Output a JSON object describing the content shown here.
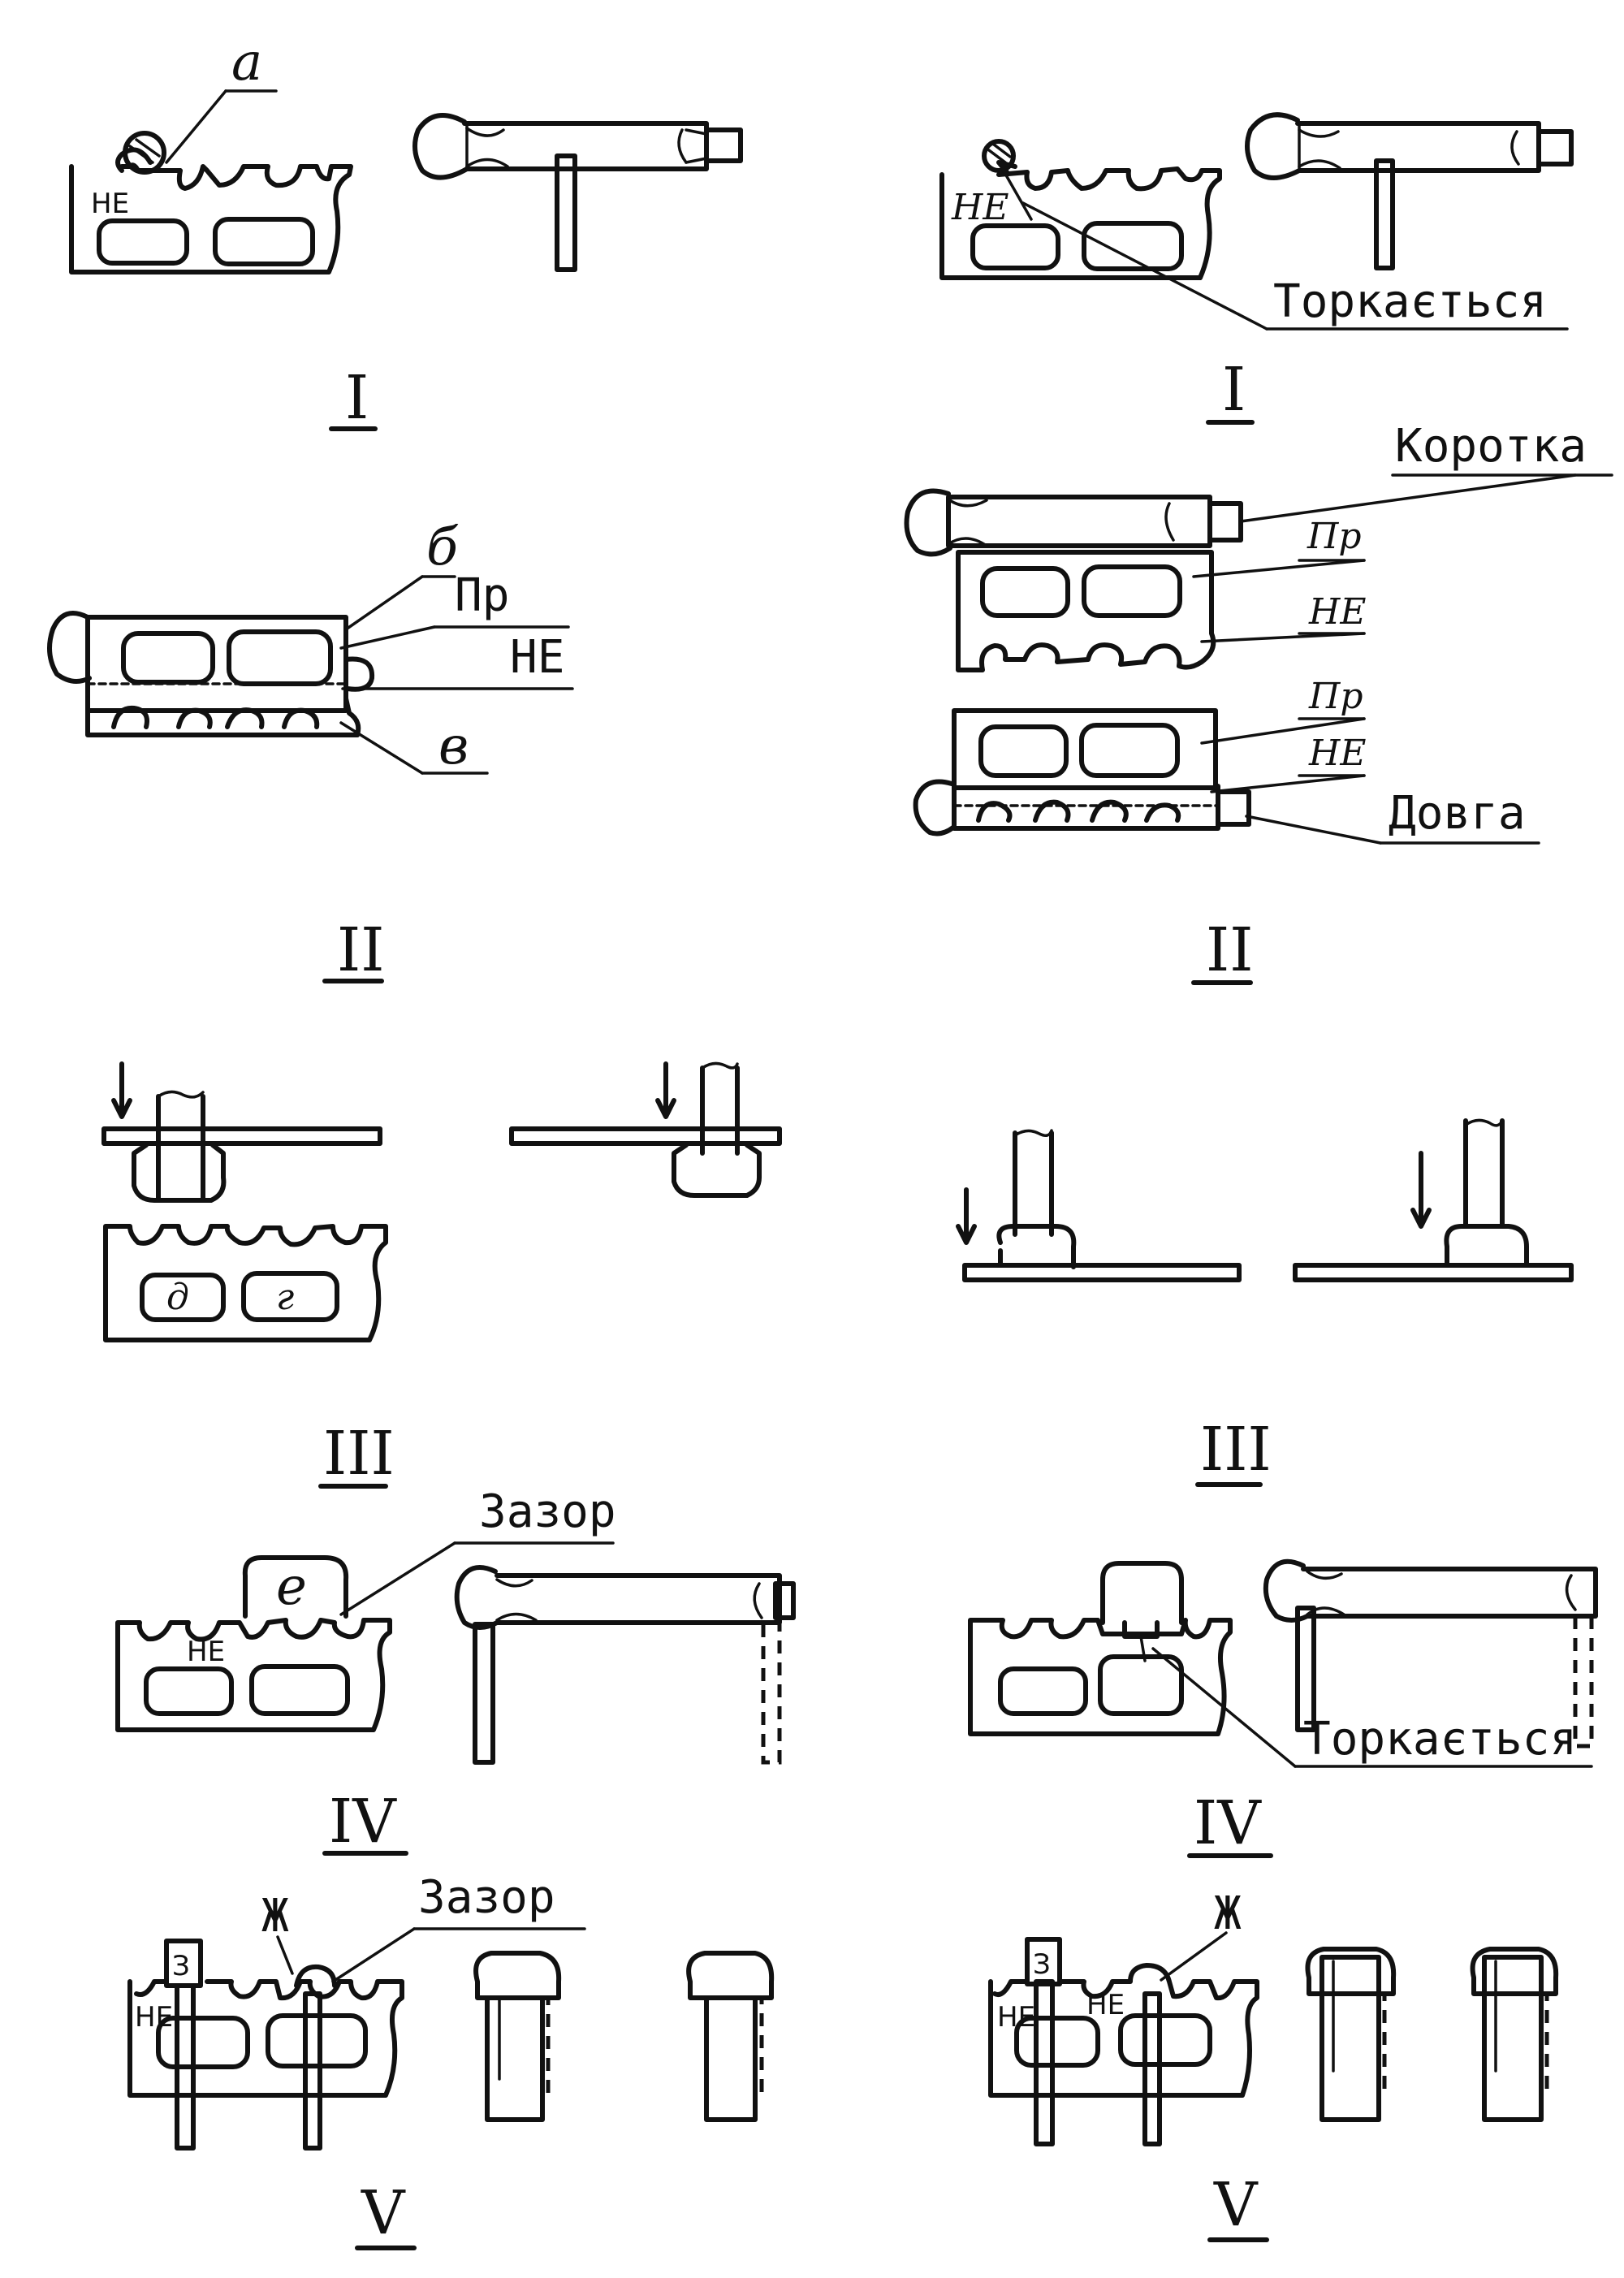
{
  "figure": {
    "letters": {
      "a": "а",
      "b": "б",
      "v": "в",
      "d": "д",
      "g": "г",
      "e": "е",
      "zh": "Ж",
      "z": "З"
    },
    "marks": {
      "ne": "НЕ",
      "ne_italic": "НЕ",
      "pr": "Пр",
      "pr_italic": "Пр"
    },
    "callouts": {
      "touches": "Торкається",
      "short": "Коротка",
      "long": "Довга",
      "gap": "Зазор"
    },
    "roman": {
      "r1": "I",
      "r2": "II",
      "r3": "III",
      "r4": "IV",
      "r5": "V"
    }
  }
}
